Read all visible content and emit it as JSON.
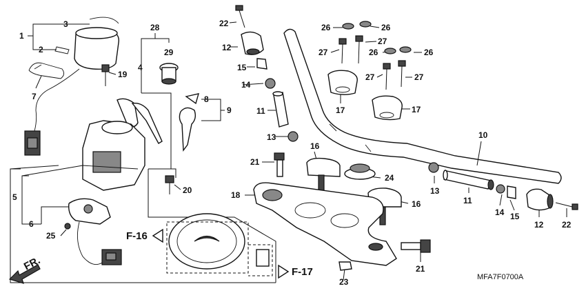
{
  "labels": {
    "p1": "1",
    "p2": "2",
    "p3": "3",
    "p4": "4",
    "p5": "5",
    "p6": "6",
    "p7": "7",
    "p8": "8",
    "p9": "9",
    "p10": "10",
    "p11a": "11",
    "p11b": "11",
    "p12a": "12",
    "p12b": "12",
    "p13a": "13",
    "p13b": "13",
    "p14a": "14",
    "p14b": "14",
    "p15a": "15",
    "p15b": "15",
    "p16a": "16",
    "p16b": "16",
    "p17a": "17",
    "p17b": "17",
    "p18": "18",
    "p19": "19",
    "p20": "20",
    "p21a": "21",
    "p21b": "21",
    "p22a": "22",
    "p22b": "22",
    "p23": "23",
    "p24": "24",
    "p25": "25",
    "p26a": "26",
    "p26b": "26",
    "p26c": "26",
    "p26d": "26",
    "p27a": "27",
    "p27b": "27",
    "p27c": "27",
    "p27d": "27",
    "p28": "28",
    "p29": "29"
  },
  "refs": {
    "f16": "F-16",
    "f17": "F-17",
    "front": "FR."
  },
  "diagram_code": "MFA7F0700A"
}
